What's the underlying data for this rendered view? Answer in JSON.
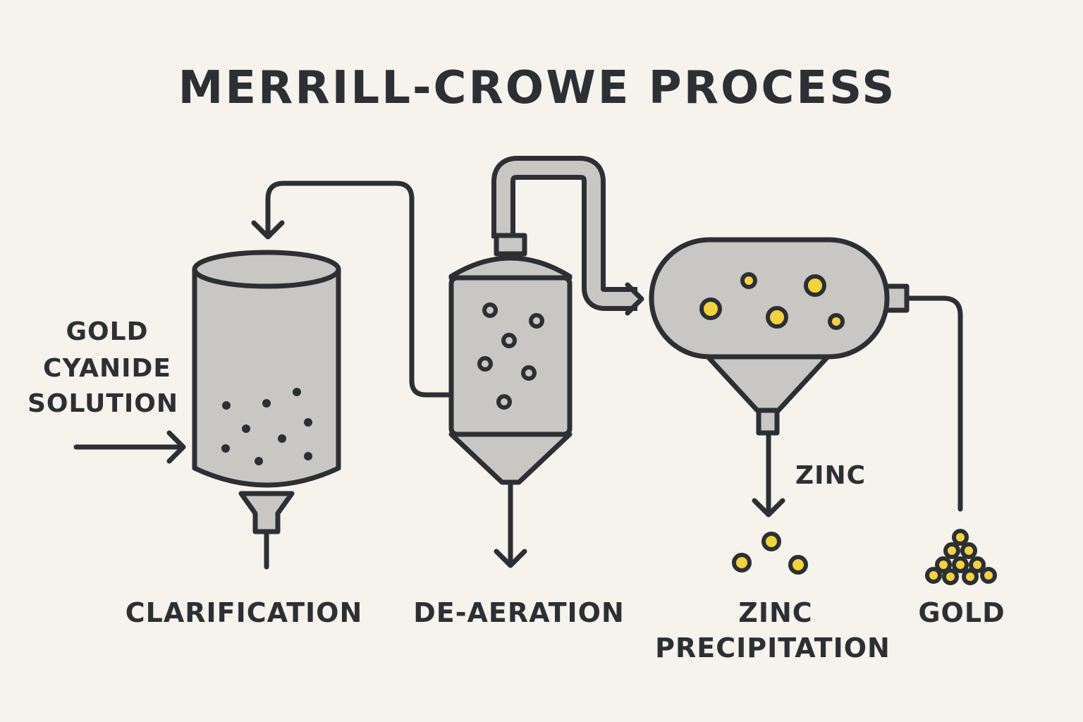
{
  "title": "MERRILL-CROWE PROCESS",
  "input_label": [
    "GOLD",
    "CYANIDE",
    "SOLUTION"
  ],
  "stages": [
    {
      "label": [
        "CLARIFICATION"
      ]
    },
    {
      "label": [
        "DE-AERATION"
      ]
    },
    {
      "label": [
        "ZINC",
        "PRECIPITATION"
      ]
    },
    {
      "label": [
        "GOLD"
      ]
    }
  ],
  "zinc_label": "ZINC",
  "colors": {
    "background": "#f6f3ec",
    "outline": "#2c2f33",
    "vessel_fill": "#c9c7c3",
    "gold": "#f2d43a"
  }
}
